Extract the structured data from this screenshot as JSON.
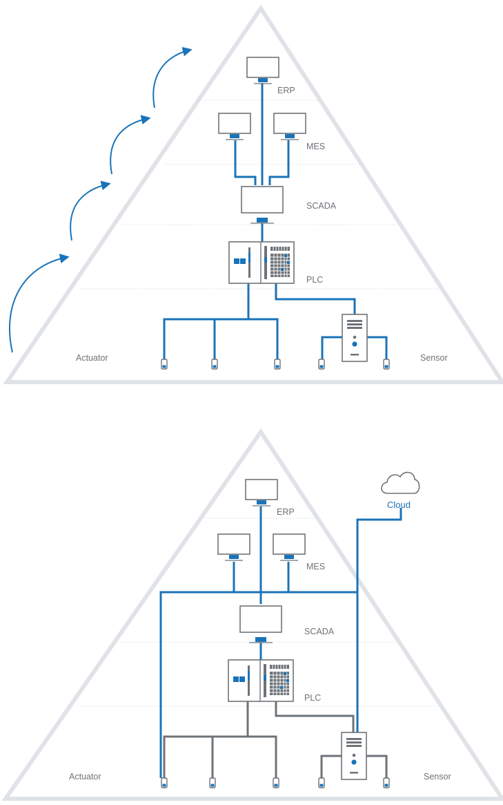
{
  "colors": {
    "pyramid": "#dfe3e7",
    "accent": "#1a73b8",
    "device": "#6e7378",
    "text": "#6d7177"
  },
  "top_diagram": {
    "labels": {
      "erp": "ERP",
      "mes": "MES",
      "scada": "SCADA",
      "plc": "PLC",
      "actuator": "Actuator",
      "sensor": "Sensor"
    }
  },
  "bottom_diagram": {
    "labels": {
      "erp": "ERP",
      "mes": "MES",
      "scada": "SCADA",
      "plc": "PLC",
      "actuator": "Actuator",
      "sensor": "Sensor",
      "cloud": "Cloud"
    }
  }
}
